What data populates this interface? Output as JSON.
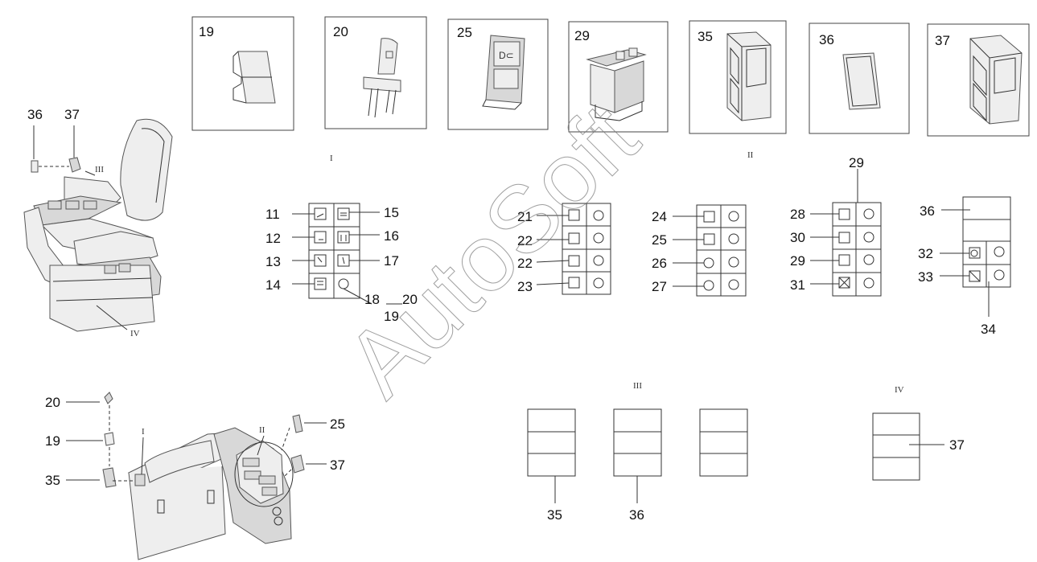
{
  "watermark": "AutoSoft",
  "roman": {
    "i": "I",
    "ii": "II",
    "iii": "III",
    "iv": "IV"
  },
  "thumbs": [
    {
      "label": "19",
      "icon": "rocker-cap-icon"
    },
    {
      "label": "20",
      "icon": "bulb-holder-icon"
    },
    {
      "label": "25",
      "icon": "rocker-switch-icon"
    },
    {
      "label": "29",
      "icon": "switch-housing-icon"
    },
    {
      "label": "35",
      "icon": "switch-frame-icon"
    },
    {
      "label": "36",
      "icon": "blank-plate-icon"
    },
    {
      "label": "37",
      "icon": "switch-frame-icon"
    }
  ],
  "panel_i": {
    "left_labels": [
      "11",
      "12",
      "13",
      "14"
    ],
    "right_labels": [
      "15",
      "16",
      "17"
    ],
    "bottom_labels": [
      "18",
      "19",
      "20"
    ]
  },
  "panel_ii_a": {
    "labels": [
      "21",
      "22",
      "22",
      "23"
    ]
  },
  "panel_ii_b": {
    "labels": [
      "24",
      "25",
      "26",
      "27"
    ]
  },
  "panel_ii_c": {
    "top_label": "29",
    "labels": [
      "28",
      "30",
      "29",
      "31"
    ]
  },
  "panel_ii_d": {
    "top_label": "36",
    "labels": [
      "32",
      "33"
    ],
    "bottom_label": "34"
  },
  "seat_callouts": {
    "left": "36",
    "right": "37"
  },
  "console_callouts": {
    "c20": "20",
    "c19": "19",
    "c35": "35",
    "c25": "25",
    "c37": "37"
  },
  "group_iii": {
    "labels": [
      "35",
      "36"
    ]
  },
  "group_iv": {
    "label": "37"
  }
}
